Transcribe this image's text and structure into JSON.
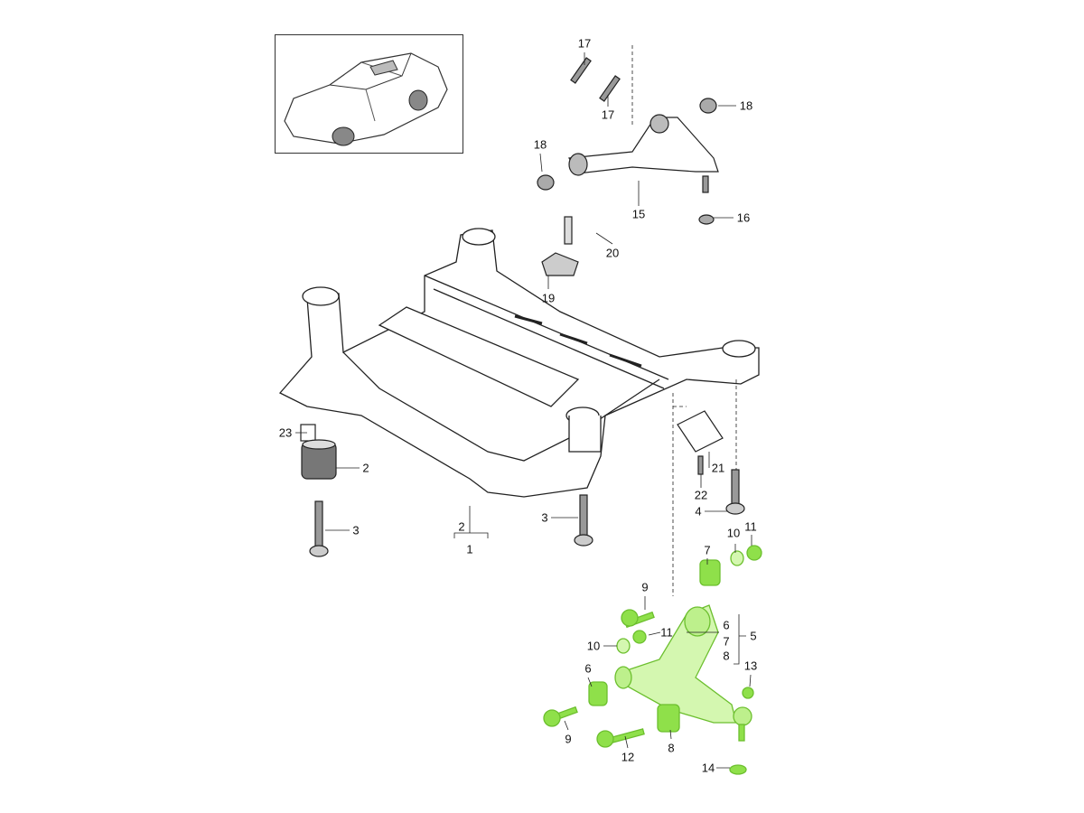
{
  "diagram": {
    "highlight_color": "#8fe04a",
    "highlight_fill": "#d4f7b0",
    "callouts": [
      {
        "id": "c1",
        "text": "17"
      },
      {
        "id": "c2",
        "text": "17"
      },
      {
        "id": "c3",
        "text": "18"
      },
      {
        "id": "c4",
        "text": "18"
      },
      {
        "id": "c5",
        "text": "15"
      },
      {
        "id": "c6",
        "text": "16"
      },
      {
        "id": "c7",
        "text": "20"
      },
      {
        "id": "c8",
        "text": "19"
      },
      {
        "id": "c9",
        "text": "23"
      },
      {
        "id": "c10",
        "text": "2"
      },
      {
        "id": "c11",
        "text": "21"
      },
      {
        "id": "c12",
        "text": "22"
      },
      {
        "id": "c13",
        "text": "4"
      },
      {
        "id": "c14",
        "text": "3"
      },
      {
        "id": "c15",
        "text": "3"
      },
      {
        "id": "c16",
        "text": "2"
      },
      {
        "id": "c17",
        "text": "1"
      },
      {
        "id": "c18",
        "text": "10"
      },
      {
        "id": "c19",
        "text": "11"
      },
      {
        "id": "c20",
        "text": "7"
      },
      {
        "id": "c21",
        "text": "9"
      },
      {
        "id": "c22",
        "text": "6"
      },
      {
        "id": "c23",
        "text": "7"
      },
      {
        "id": "c24",
        "text": "8"
      },
      {
        "id": "c25",
        "text": "5"
      },
      {
        "id": "c26",
        "text": "11"
      },
      {
        "id": "c27",
        "text": "10"
      },
      {
        "id": "c28",
        "text": "6"
      },
      {
        "id": "c29",
        "text": "13"
      },
      {
        "id": "c30",
        "text": "9"
      },
      {
        "id": "c31",
        "text": "12"
      },
      {
        "id": "c32",
        "text": "8"
      },
      {
        "id": "c33",
        "text": "14"
      }
    ]
  }
}
